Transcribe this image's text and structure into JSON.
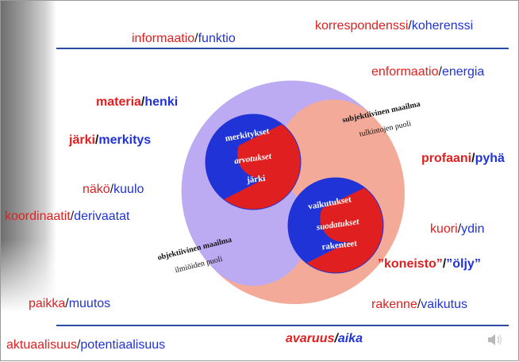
{
  "pairs": {
    "informaatio": {
      "a": "informaatio",
      "sep": "/",
      "b": "funktio"
    },
    "korrespondenssi": {
      "a": "korrespondenssi",
      "sep": "/",
      "b": "koherenssi"
    },
    "enformaatio": {
      "a": "enformaatio",
      "sep": "/",
      "b": "energia"
    },
    "materia": {
      "a": "materia",
      "sep": "/",
      "b": "henki"
    },
    "jarki": {
      "a": "järki",
      "sep": "/",
      "b": "merkitys"
    },
    "profaani": {
      "a": "profaani",
      "sep": "/",
      "b": "pyhä"
    },
    "nako": {
      "a": "näkö",
      "sep": "/",
      "b": "kuulo"
    },
    "koordinaatit": {
      "a": "koordinaatit",
      "sep": "/",
      "b": "derivaatat"
    },
    "kuori": {
      "a": "kuori",
      "sep": "/",
      "b": "ydin"
    },
    "koneisto": {
      "a": "”koneisto”",
      "sep": "/",
      "b": "”öljy”"
    },
    "paikka": {
      "a": "paikka",
      "sep": "/",
      "b": "muutos"
    },
    "rakenne": {
      "a": "rakenne",
      "sep": "/",
      "b": "vaikutus"
    },
    "aktuaalisuus": {
      "a": "aktuaalisuus",
      "sep": "/",
      "b": "potentiaalisuus"
    },
    "avaruus": {
      "a": "avaruus",
      "sep": "/",
      "b": "aika"
    }
  },
  "diagram": {
    "upper_world": "subjektiivinen maailma",
    "upper_side": "tulkintojen puoli",
    "lower_world": "objektiivinen maailma",
    "lower_side": "ilmiöiden puoli",
    "upper_circle": {
      "top": "merkitykset",
      "middle": "arvotukset",
      "bottom": "järki"
    },
    "lower_circle": {
      "top": "vaikutukset",
      "middle": "suodatukset",
      "bottom": "rakenteet"
    }
  },
  "colors": {
    "red": "#e02020",
    "blue": "#1f33d6",
    "lavender": "#bcaaf2",
    "salmon": "#f4aa98",
    "rule": "#2b4aa6"
  },
  "icons": {
    "speaker": "speaker-icon"
  }
}
